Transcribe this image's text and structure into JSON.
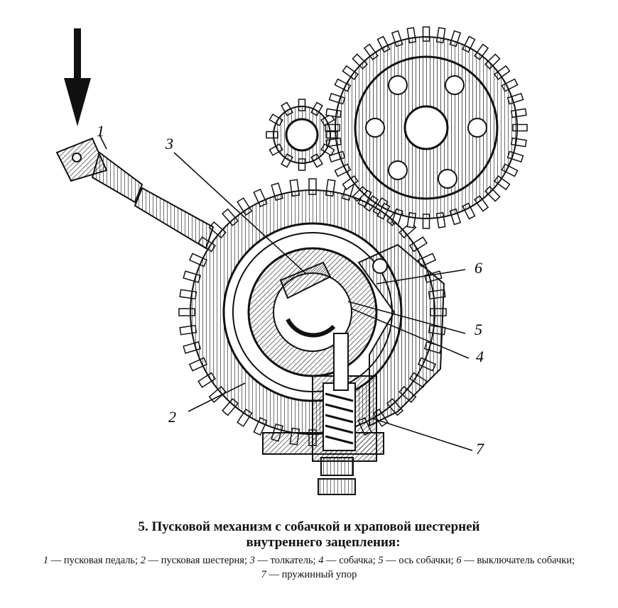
{
  "figure": {
    "callouts": [
      "1",
      "2",
      "3",
      "4",
      "5",
      "6",
      "7"
    ]
  },
  "caption": {
    "title_line1": "5. Пусковой механизм с собачкой и храповой шестерней",
    "title_line2": "внутреннего зацепления:",
    "legend": [
      {
        "num": "1",
        "text": "— пусковая педаль;"
      },
      {
        "num": "2",
        "text": "— пусковая шестерня;"
      },
      {
        "num": "3",
        "text": "— толкатель;"
      },
      {
        "num": "4",
        "text": "— собачка;"
      },
      {
        "num": "5",
        "text": "— ось собачки;"
      },
      {
        "num": "6",
        "text": "— выключатель собачки;"
      },
      {
        "num": "7",
        "text": "— пружинный упор"
      }
    ]
  }
}
